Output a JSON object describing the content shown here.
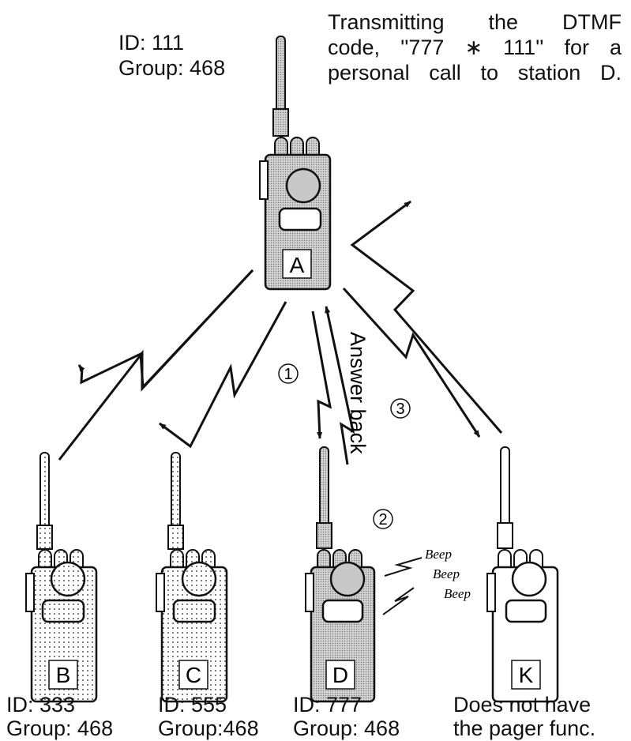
{
  "caption": {
    "line1": "Transmitting the DTMF",
    "line2": "code, ''777 ∗ 111'' for a",
    "line3": "personal call to station D."
  },
  "station_a": {
    "letter": "A",
    "id": "ID: 111",
    "group": "Group: 468"
  },
  "station_b": {
    "letter": "B",
    "id": "ID: 333",
    "group": "Group: 468"
  },
  "station_c": {
    "letter": "C",
    "id": "ID: 555",
    "group": "Group:468"
  },
  "station_d": {
    "letter": "D",
    "id": "ID: 777",
    "group": "Group: 468"
  },
  "station_k": {
    "letter": "K",
    "note_line1": "Does not have",
    "note_line2": "the pager func."
  },
  "steps": {
    "step1": "1",
    "step2": "2",
    "step3": "3"
  },
  "answer_back": "Answer back",
  "beeps": [
    "Beep",
    "Beep",
    "Beep"
  ],
  "icons": [
    "handheld-radio-icon",
    "signal-zigzag-arrow-icon",
    "beep-sound-icon"
  ],
  "colors": {
    "ink": "#111111",
    "screen": "#bdbdbd",
    "dot": "#555555"
  }
}
